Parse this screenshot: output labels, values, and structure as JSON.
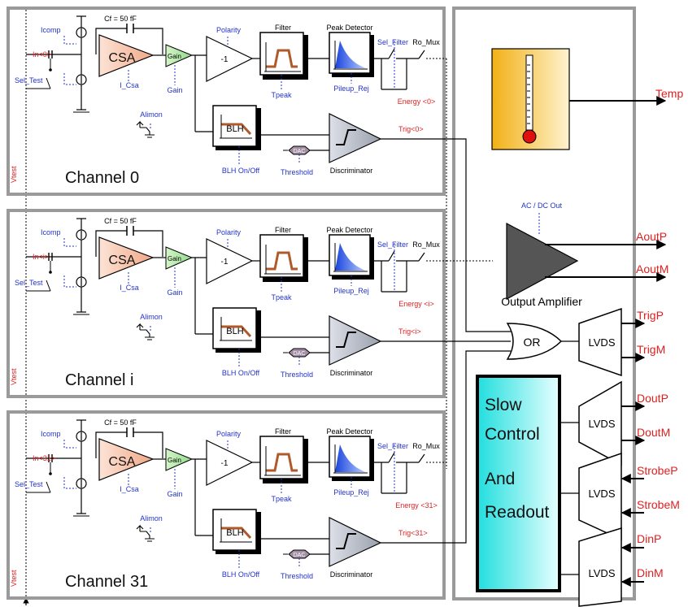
{
  "channels": [
    {
      "title": "Channel 0",
      "input": "In<0>",
      "energy": "Energy <0>",
      "trig": "Trig<0>"
    },
    {
      "title": "Channel i",
      "input": "In<i>",
      "energy": "Energy <i>",
      "trig": "Trig<i>"
    },
    {
      "title": "Channel 31",
      "input": "In<31>",
      "energy": "Energy <31>",
      "trig": "Trig<31>"
    }
  ],
  "channel_labels": {
    "cf": "Cf = 50 fF",
    "icomp": "Icomp",
    "csa": "CSA",
    "gain": "Gain",
    "gain_ctrl": "Gain",
    "i_csa": "I_Csa",
    "polarity": "Polarity",
    "inverter": "-1",
    "filter": "Filter",
    "tpeak": "Tpeak",
    "peak_detector": "Peak Detector",
    "pileup_rej": "Pileup_Rej",
    "sel_filter": "Sel_Filter",
    "ro_mux": "Ro_Mux",
    "sel_test": "Sel_Test",
    "alimon": "Alimon",
    "blh": "BLH",
    "blh_onoff": "BLH On/Off",
    "dac": "DAC",
    "threshold": "Threshold",
    "discriminator": "Discriminator",
    "vtest": "Vtest"
  },
  "right": {
    "temp": "Temp",
    "ac_dc_out": "AC / DC Out",
    "output_amplifier": "Output Amplifier",
    "or_gate": "OR",
    "lvds": "LVDS",
    "slow_control_lines": [
      "Slow",
      "Control",
      "And",
      "Readout"
    ],
    "signals": [
      "AoutP",
      "AoutM",
      "TrigP",
      "TrigM",
      "DoutP",
      "DoutM",
      "StrobeP",
      "StrobeM",
      "DinP",
      "DinM"
    ]
  }
}
